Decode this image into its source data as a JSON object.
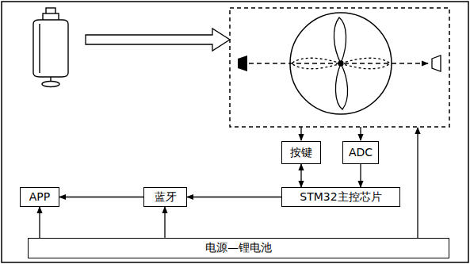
{
  "diagram": {
    "nodes": [
      {
        "text": [
          "按键"
        ]
      },
      {
        "text": [
          "ADC"
        ]
      },
      {
        "text": [
          "APP"
        ]
      },
      {
        "text": [
          "蓝牙"
        ]
      },
      {
        "text": [
          "STM32主控芯片"
        ]
      },
      {
        "text": [
          "电源—锂电池"
        ]
      }
    ],
    "edges": [
      {
        "from": 0,
        "to": 4,
        "arrow": "both"
      },
      {
        "from": 1,
        "to": 4,
        "arrow": "to"
      },
      {
        "from": 4,
        "to": 3,
        "arrow": "to"
      },
      {
        "from": 3,
        "to": 2,
        "arrow": "to"
      },
      {
        "from": 5,
        "to": 2,
        "arrow": "to"
      },
      {
        "from": 5,
        "to": 3,
        "arrow": "to"
      }
    ]
  }
}
